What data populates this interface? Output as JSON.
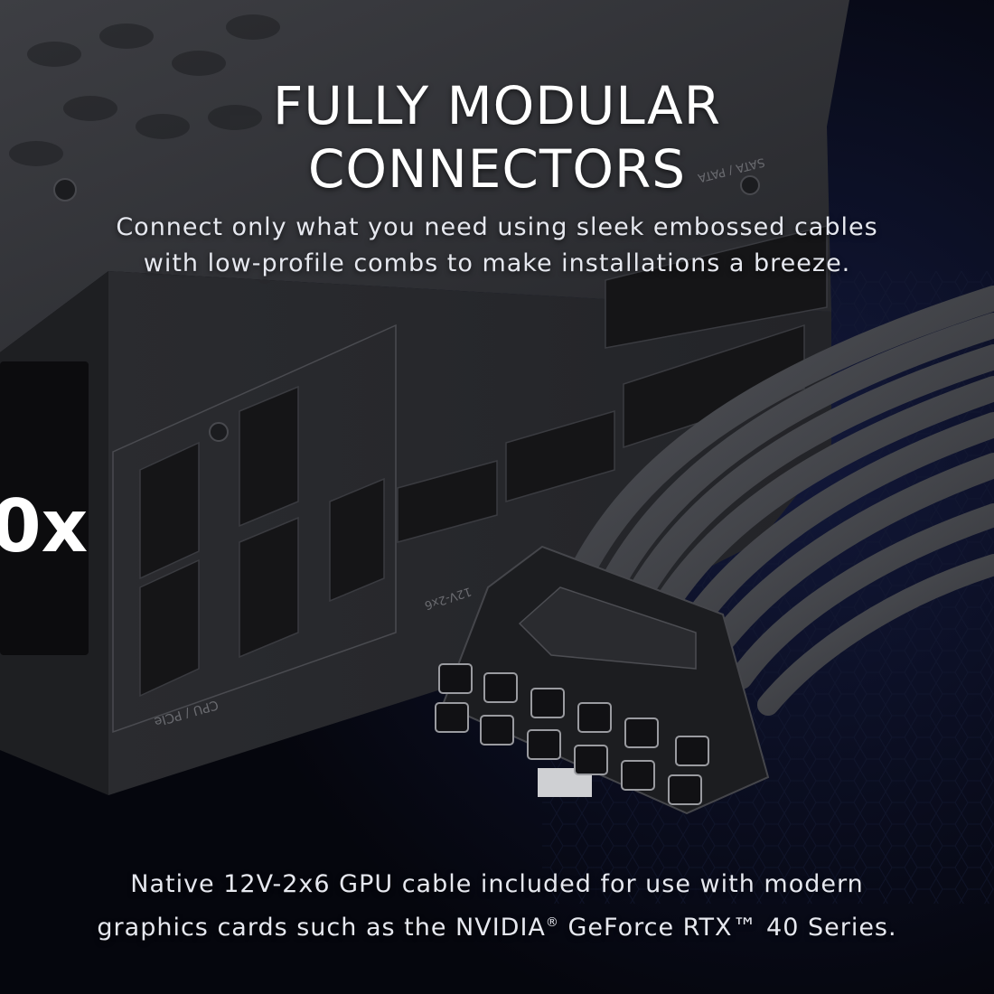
{
  "headline": {
    "line1": "FULLY MODULAR",
    "line2": "CONNECTORS"
  },
  "subtitle": {
    "line1": "Connect only what you need using sleek embossed cables",
    "line2": "with low-profile combs to make installations a breeze."
  },
  "footnote": {
    "line1": "Native 12V-2x6 GPU cable included for use with modern",
    "line2_pre": "graphics cards such as the NVIDIA",
    "line2_reg": "®",
    "line2_post": " GeForce RTX™ 40 Series."
  },
  "psu_labels": {
    "cpu_pcie": "CPU / PCIe",
    "twelve_v": "12V-2x6",
    "sata_pata": "SATA / PATA",
    "model_fragment": "0x"
  },
  "colors": {
    "background": "#05060d",
    "psu_body": "#2b2c30",
    "cable": "#3a3b40",
    "text": "#ffffff"
  }
}
